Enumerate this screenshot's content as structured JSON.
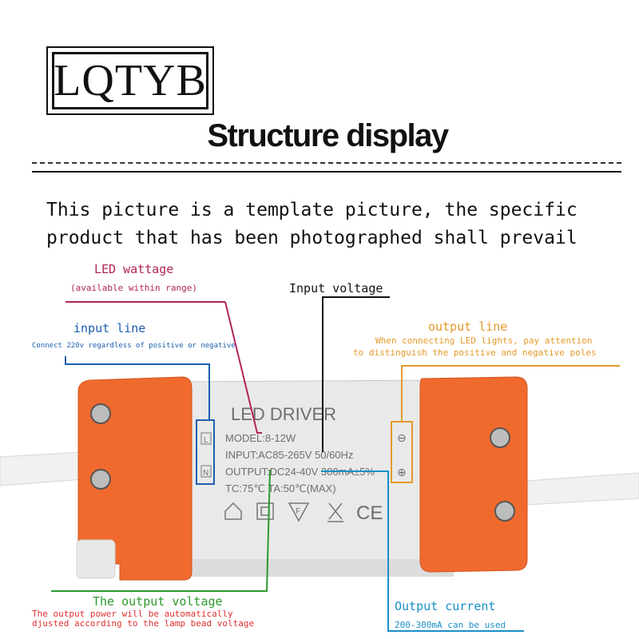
{
  "logo": {
    "text": "LQTYB"
  },
  "title": "Structure display",
  "intro": {
    "line1": "This picture is a template picture, the specific",
    "line2": "product that has been photographed shall prevail"
  },
  "labels": {
    "led_wattage": {
      "title": "LED wattage",
      "sub": "(available within range)"
    },
    "input_voltage": {
      "title": "Input voltage"
    },
    "input_line": {
      "title": "input line",
      "sub": "Connect 220v regardless of positive or negative"
    },
    "output_line": {
      "title": "output line",
      "sub1": "When connecting LED lights, pay attention",
      "sub2": "to distinguish the positive and negative poles"
    },
    "output_voltage": {
      "title": "The output voltage",
      "sub1": "The output power will be automatically",
      "sub2": "djusted according to the lamp bead voltage"
    },
    "output_current": {
      "title": "Output current",
      "sub": "200-300mA can be used"
    }
  },
  "driver": {
    "name": "LED DRIVER",
    "model": "MODEL:8-12W",
    "input": "INPUT:AC85-265V 50/60Hz",
    "output": "OUTPUT:DC24-40V 300mA±5%",
    "temp": "TC:75℃ TA:50℃(MAX)",
    "term_l": "L",
    "term_n": "N",
    "term_minus": "⊖",
    "term_plus": "⊕",
    "mark_ce": "CE",
    "mark_f": "F"
  },
  "colors": {
    "magenta": "#b0245a",
    "blue": "#1a5fb0",
    "orange": "#e39a2a",
    "green": "#2d9a2d",
    "cyan": "#1a8fc8",
    "case_orange": "#f06a2e",
    "case_gray": "#e9e9e9"
  }
}
